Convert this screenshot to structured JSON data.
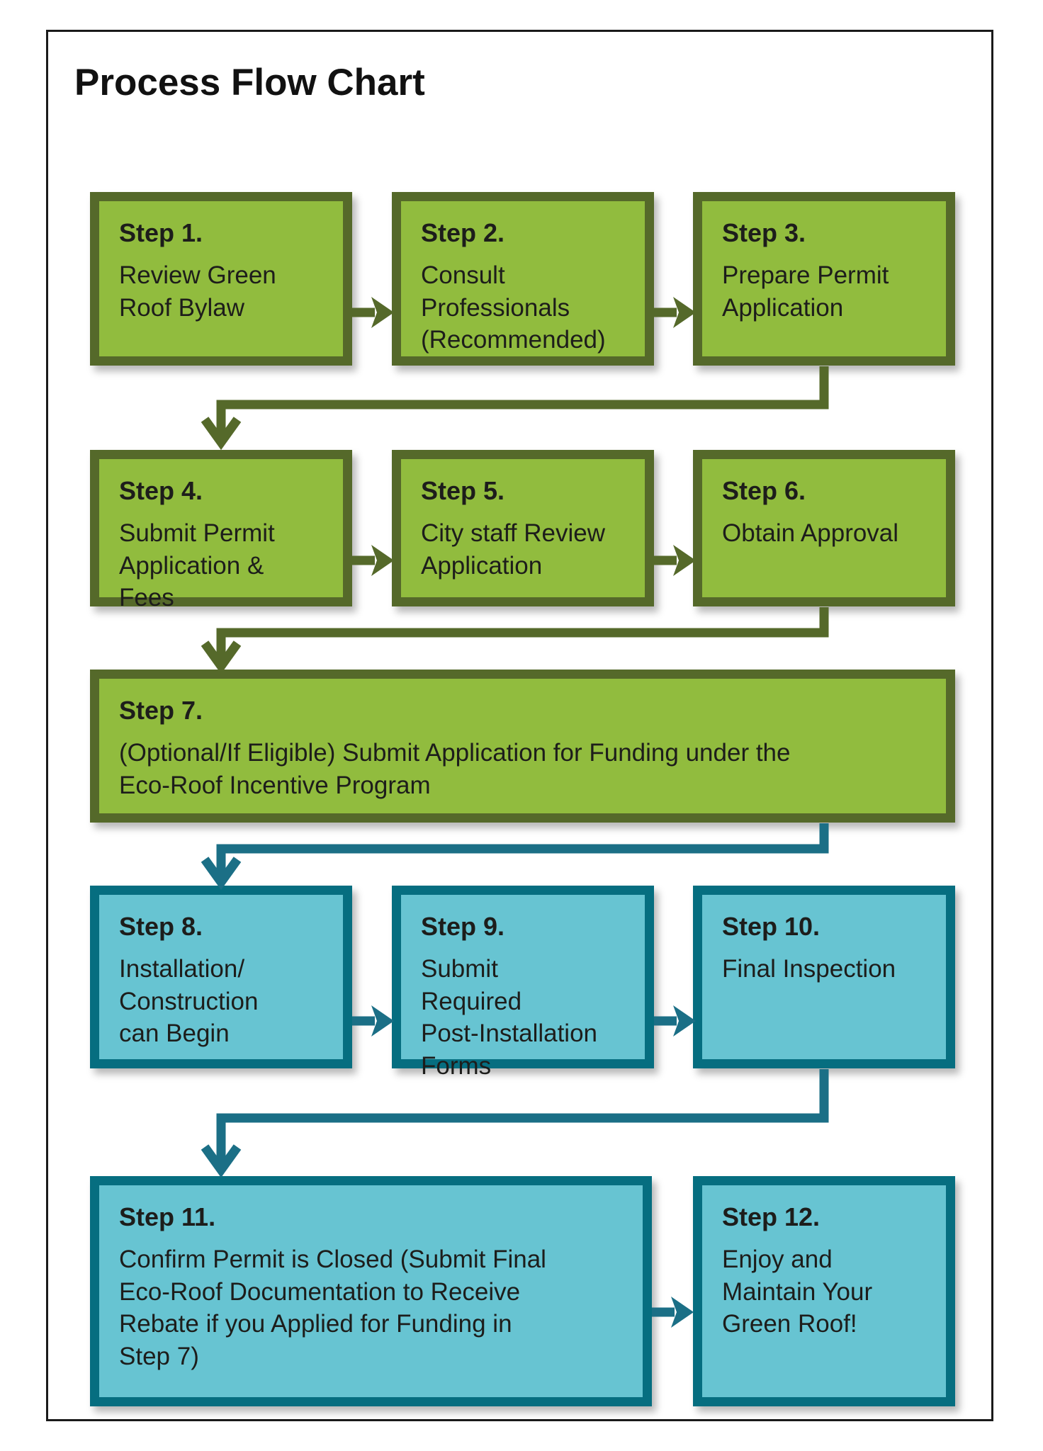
{
  "page": {
    "title": "Process Flow Chart"
  },
  "colors": {
    "green_fill": "#91BC3E",
    "green_border": "#55692A",
    "teal_fill": "#67C4D2",
    "teal_border": "#066E80",
    "teal_connector": "#1B6F86",
    "text": "#1D1D1B",
    "title": "#111111",
    "page_border": "#1A1A1A"
  },
  "steps": [
    {
      "label": "Step 1.",
      "text": "Review Green\nRoof Bylaw",
      "theme": "green"
    },
    {
      "label": "Step 2.",
      "text": "Consult\nProfessionals\n(Recommended)",
      "theme": "green"
    },
    {
      "label": "Step 3.",
      "text": "Prepare Permit\nApplication",
      "theme": "green"
    },
    {
      "label": "Step 4.",
      "text": "Submit Permit\nApplication &\nFees",
      "theme": "green"
    },
    {
      "label": "Step 5.",
      "text": "City staff Review\nApplication",
      "theme": "green"
    },
    {
      "label": "Step 6.",
      "text": "Obtain Approval",
      "theme": "green"
    },
    {
      "label": "Step 7.",
      "text": "(Optional/If Eligible) Submit Application for Funding under the\nEco-Roof Incentive Program",
      "theme": "green"
    },
    {
      "label": "Step 8.",
      "text": "Installation/\nConstruction\ncan Begin",
      "theme": "teal"
    },
    {
      "label": "Step 9.",
      "text": "Submit\nRequired\nPost-Installation\nForms",
      "theme": "teal"
    },
    {
      "label": "Step 10.",
      "text": "Final Inspection",
      "theme": "teal"
    },
    {
      "label": "Step 11.",
      "text": "Confirm Permit is Closed (Submit Final\nEco-Roof Documentation to Receive\nRebate if you Applied for Funding in\nStep 7)",
      "theme": "teal"
    },
    {
      "label": "Step 12.",
      "text": "Enjoy and\nMaintain Your\nGreen Roof!",
      "theme": "teal"
    }
  ]
}
